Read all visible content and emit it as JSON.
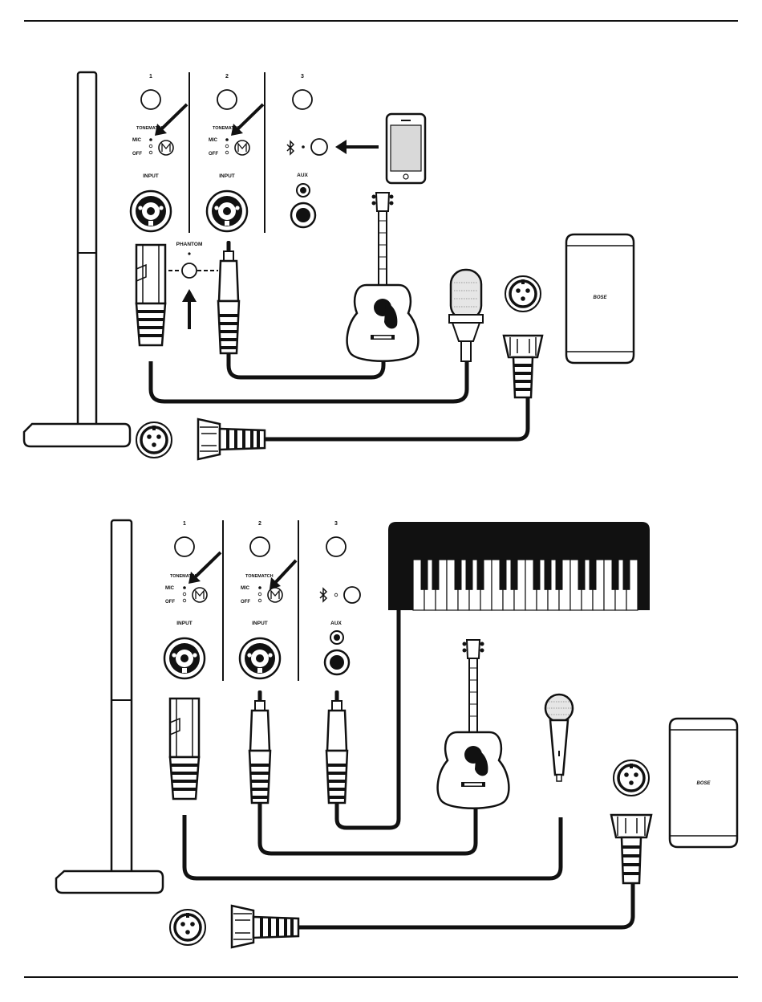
{
  "diagram1": {
    "channels": [
      "1",
      "2",
      "3"
    ],
    "tonematch": "TONEMATCH",
    "mic_label": "MIC",
    "off_label": "OFF",
    "input_label": "INPUT",
    "aux_label": "AUX",
    "phantom_label": "PHANTOM",
    "speaker_logo": "BOSE"
  },
  "diagram2": {
    "channels": [
      "1",
      "2",
      "3"
    ],
    "tonematch": "TONEMATCH",
    "mic_label": "MIC",
    "off_label": "OFF",
    "input_label": "INPUT",
    "aux_label": "AUX",
    "speaker_logo": "BOSE"
  },
  "colors": {
    "ink": "#111111",
    "screen": "#d9d9d9",
    "paper": "#ffffff"
  },
  "icons": [
    "bluetooth-icon",
    "tonematch-m-icon",
    "arrow-icon",
    "smartphone-icon",
    "acoustic-guitar-icon",
    "condenser-mic-icon",
    "handheld-mic-icon",
    "keyboard-icon",
    "speaker-icon",
    "xlr-connector-icon",
    "quarter-inch-plug-icon",
    "column-array-icon"
  ]
}
